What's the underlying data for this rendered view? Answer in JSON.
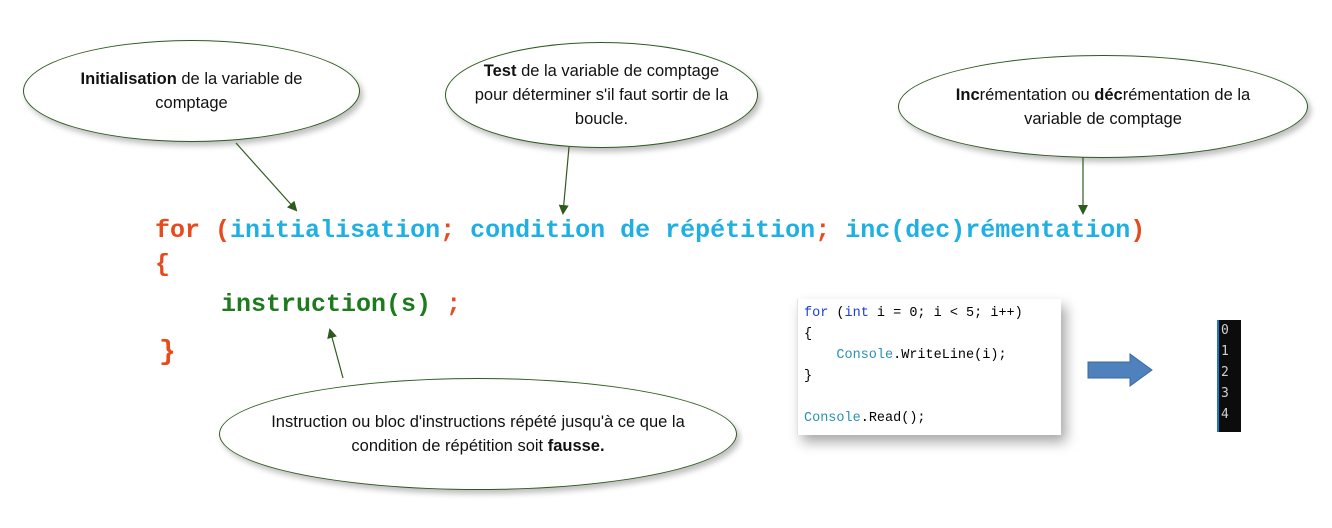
{
  "bubbles": {
    "init": {
      "bold": "Initialisation",
      "rest": " de la variable de comptage"
    },
    "test": {
      "bold": "Test",
      "rest": " de la variable de comptage pour déterminer s'il faut sortir de la boucle."
    },
    "incdec": {
      "bold1": "Inc",
      "mid": "rémentation ou ",
      "bold2": "déc",
      "rest": "rémentation de la variable de comptage"
    },
    "instr": {
      "text": "Instruction ou bloc d'instructions répété jusqu'à ce que la condition de répétition soit ",
      "bold": "fausse."
    }
  },
  "syntax": {
    "kw_for": "for",
    "paren_open": "(",
    "init": "initialisation",
    "semi1": ";",
    "condition": "condition de répétition",
    "semi2": ";",
    "incdec": "inc(dec)rémentation",
    "paren_close": ")",
    "brace_open": "{",
    "instruction": "instruction(s)",
    "semi3": ";",
    "brace_close": "}"
  },
  "snippet": {
    "l1_kw": "for",
    "l1_a": " (",
    "l1_int": "int",
    "l1_b": " i = 0; i < 5; i++)",
    "l2": "{",
    "l3_indent": "    ",
    "l3_cls": "Console",
    "l3_rest": ".WriteLine(i);",
    "l4": "}",
    "l6_cls": "Console",
    "l6_rest": ".Read();"
  },
  "console_output": [
    "0",
    "1",
    "2",
    "3",
    "4"
  ],
  "colors": {
    "keyword_red": "#e8491d",
    "param_blue": "#1fb0e3",
    "instr_green": "#1e7a1e",
    "arrow_fill": "#4f81bd",
    "arrow_green": "#2f5a1e"
  }
}
